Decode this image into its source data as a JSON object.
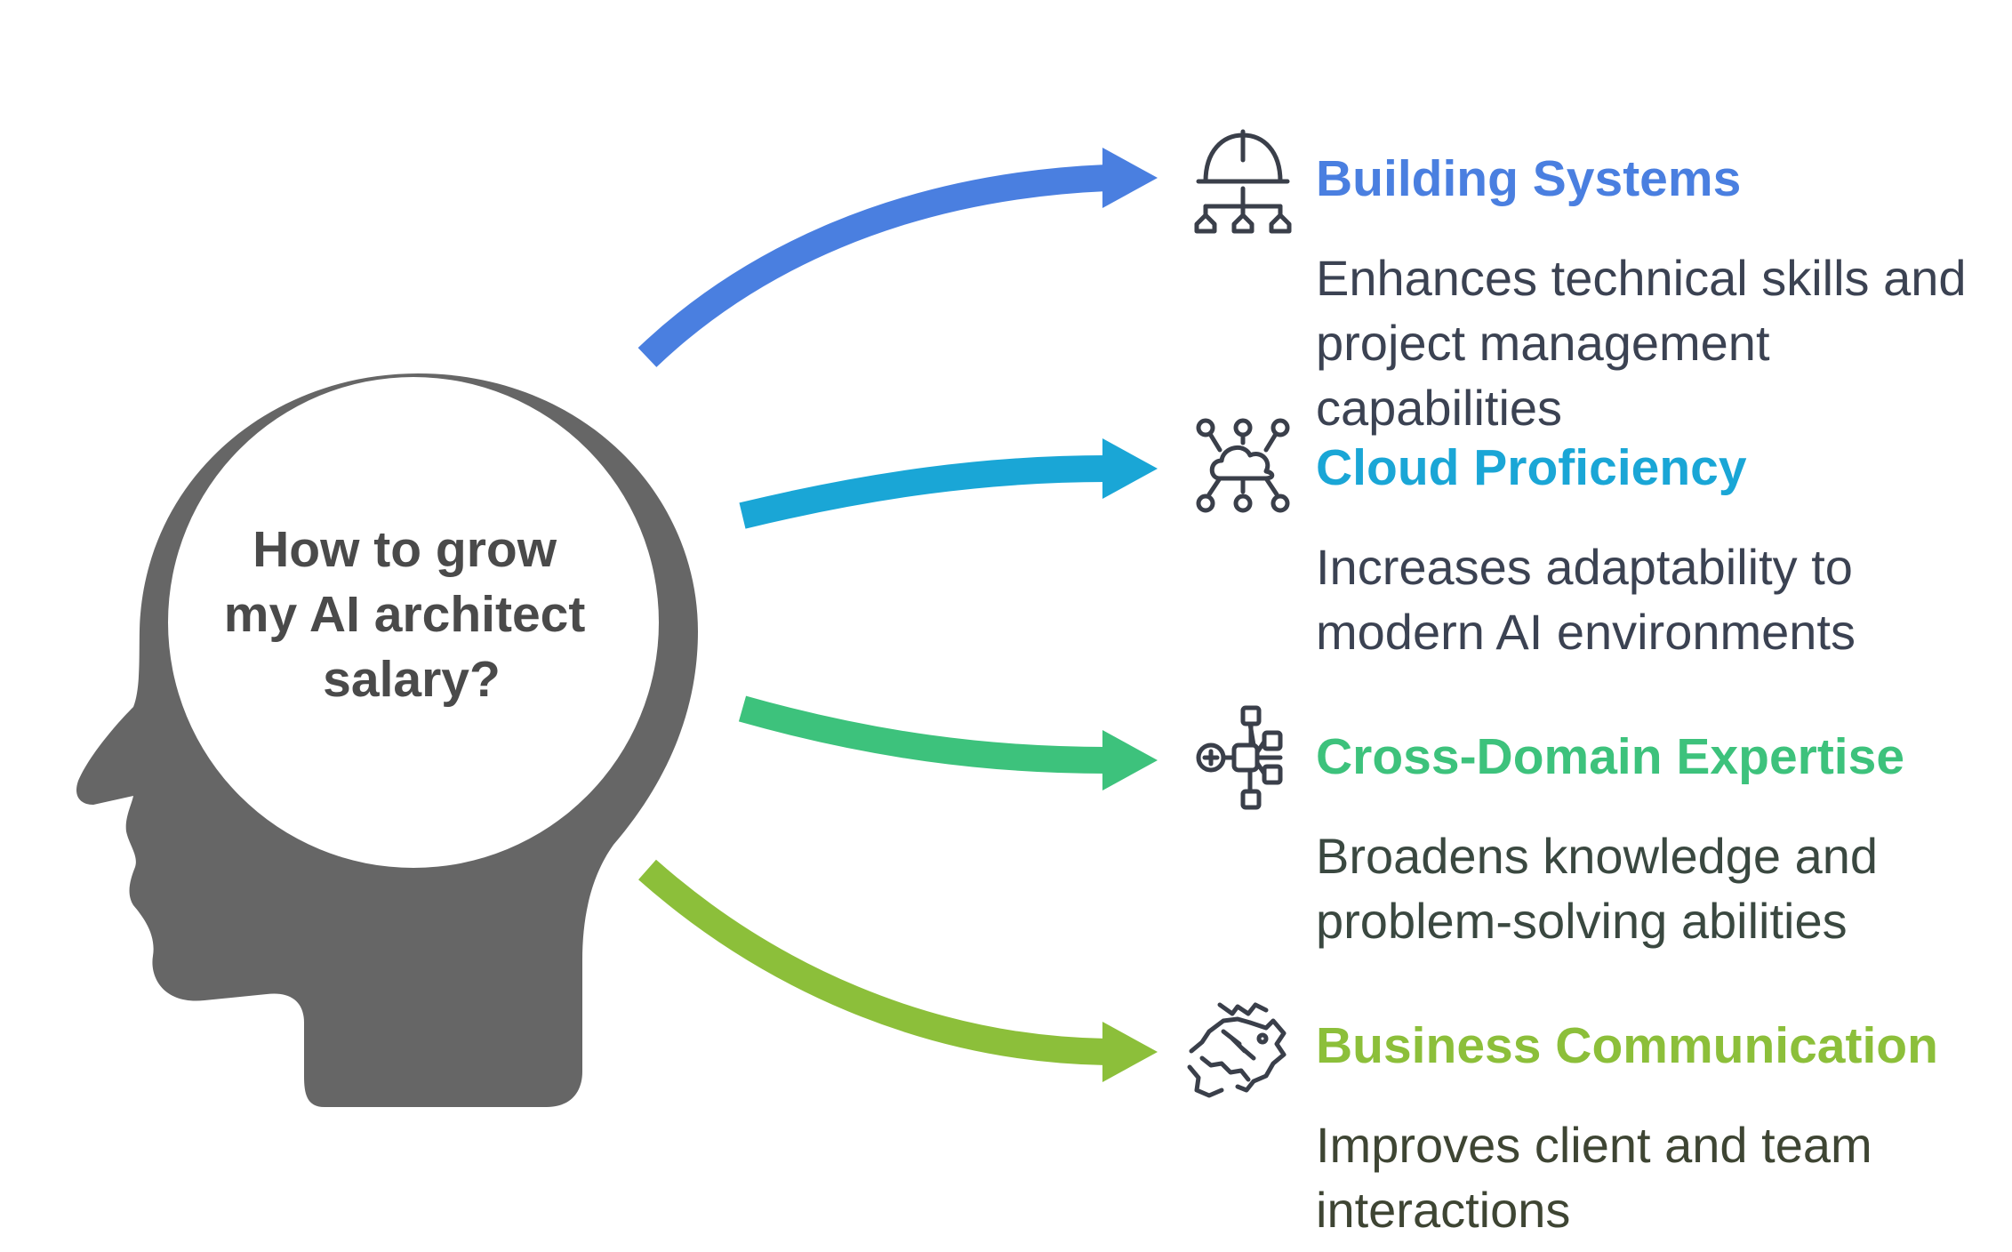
{
  "center": {
    "lines": [
      "How to grow",
      "my AI architect",
      "salary?"
    ]
  },
  "items": [
    {
      "title": "Building Systems",
      "description": "Enhances technical skills and project management capabilities",
      "color": "#4a7fe0",
      "text_color": "#3b4252",
      "icon": "hardhat-network-icon"
    },
    {
      "title": "Cloud Proficiency",
      "description": "Increases adaptability to modern AI environments",
      "color": "#1aa6d6",
      "text_color": "#3b4252",
      "icon": "cloud-network-icon"
    },
    {
      "title": "Cross-Domain Expertise",
      "description": "Broadens knowledge and problem-solving abilities",
      "color": "#3dc27c",
      "text_color": "#3a4840",
      "icon": "branching-nodes-icon"
    },
    {
      "title": "Business Communication",
      "description": "Improves client and team interactions",
      "color": "#8cbf3a",
      "text_color": "#3e4533",
      "icon": "handshake-icon"
    }
  ]
}
